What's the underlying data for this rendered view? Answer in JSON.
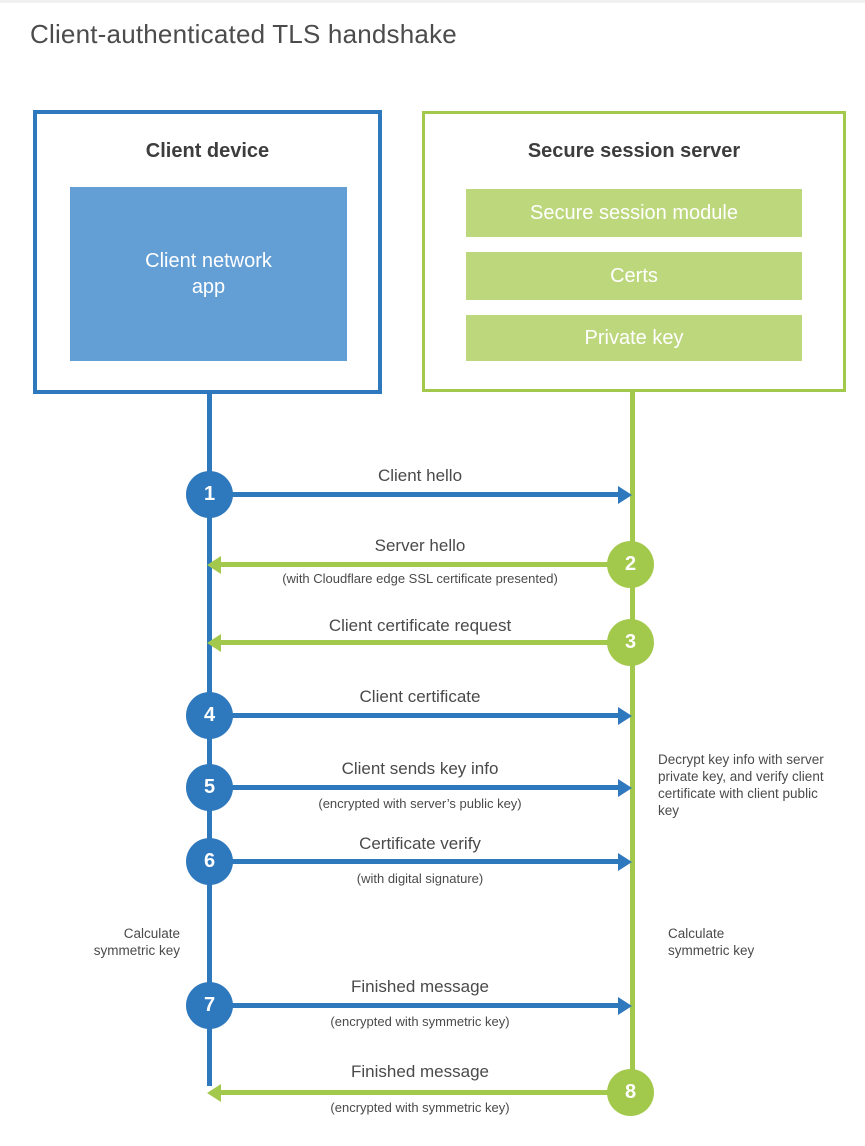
{
  "title": "Client-authenticated TLS handshake",
  "client": {
    "title": "Client device",
    "app": "Client network app"
  },
  "server": {
    "title": "Secure session server",
    "modules": [
      "Secure session module",
      "Certs",
      "Private key"
    ]
  },
  "steps": [
    {
      "num": "1",
      "from": "client",
      "to": "server",
      "label": "Client hello",
      "sublabel": ""
    },
    {
      "num": "2",
      "from": "server",
      "to": "client",
      "label": "Server hello",
      "sublabel": "(with Cloudflare edge SSL certificate presented)"
    },
    {
      "num": "3",
      "from": "server",
      "to": "client",
      "label": "Client certificate request",
      "sublabel": ""
    },
    {
      "num": "4",
      "from": "client",
      "to": "server",
      "label": "Client certificate",
      "sublabel": ""
    },
    {
      "num": "5",
      "from": "client",
      "to": "server",
      "label": "Client sends key info",
      "sublabel": "(encrypted with server’s public key)"
    },
    {
      "num": "6",
      "from": "client",
      "to": "server",
      "label": "Certificate verify",
      "sublabel": "(with digital signature)"
    },
    {
      "num": "7",
      "from": "client",
      "to": "server",
      "label": "Finished message",
      "sublabel": "(encrypted with symmetric key)"
    },
    {
      "num": "8",
      "from": "server",
      "to": "client",
      "label": "Finished message",
      "sublabel": "(encrypted with symmetric key)"
    }
  ],
  "annotations": {
    "server_note": "Decrypt key info with server private key, and verify client certificate with client public key",
    "client_calc": "Calculate symmetric key",
    "server_calc": "Calculate symmetric key"
  },
  "colors": {
    "client_primary": "#2e78bd",
    "client_fill": "#639fd5",
    "server_primary": "#a3c94c",
    "server_fill": "#bdd77d"
  }
}
